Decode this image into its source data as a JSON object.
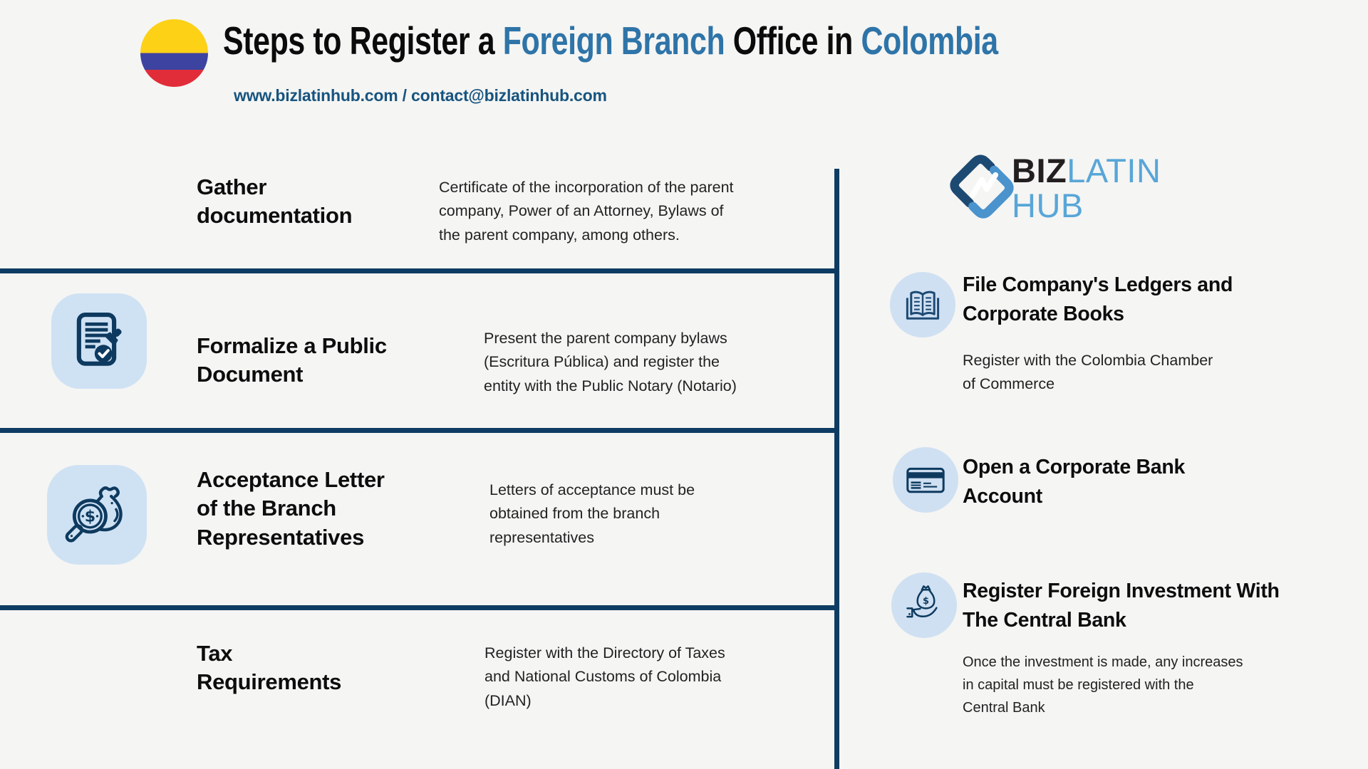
{
  "page": {
    "background": "#f5f5f3",
    "divider_color": "#0f3c63",
    "accent_color": "#2e74a8",
    "icon_color": "#0e3a5f",
    "icon_bg_square": "#cfe2f4",
    "icon_bg_circle": "#cfe0f2"
  },
  "header": {
    "title_parts": [
      {
        "text": "Steps to Register a ",
        "accent": false
      },
      {
        "text": "Foreign Branch",
        "accent": true
      },
      {
        "text": " Office in ",
        "accent": false
      },
      {
        "text": "Colombia",
        "accent": true
      }
    ],
    "subtitle": "www.bizlatinhub.com / contact@bizlatinhub.com",
    "flag_icon": "colombia-flag",
    "flag_colors": {
      "yellow": "#fcd116",
      "blue": "#3d43a0",
      "red": "#e12d39"
    }
  },
  "steps": [
    {
      "title": "Gather\ndocumentation",
      "description": "Certificate of the incorporation of the parent\ncompany, Power of an Attorney, Bylaws of\nthe parent company, among others.",
      "icon": null
    },
    {
      "title": "Formalize a Public\nDocument",
      "description": "Present the parent company bylaws\n(Escritura Pública) and register the\nentity with the Public Notary (Notario)",
      "icon": "stamped-document-icon"
    },
    {
      "title": "Acceptance Letter\nof the Branch\nRepresentatives",
      "description": "Letters of acceptance must be\nobtained from the branch\nrepresentatives",
      "icon": "magnifier-money-bag-icon"
    },
    {
      "title": "Tax\nRequirements",
      "description": "Register with the Directory of Taxes\nand National Customs of Colombia\n(DIAN)",
      "icon": null
    }
  ],
  "sidebar": {
    "logo": {
      "biz": "BIZ",
      "latin": "LATIN",
      "hub": "HUB"
    },
    "items": [
      {
        "title": "File Company's Ledgers and\nCorporate Books",
        "description": "Register with the Colombia Chamber\nof Commerce",
        "icon": "open-book-icon"
      },
      {
        "title": "Open a Corporate Bank\nAccount",
        "description": "",
        "icon": "credit-card-icon"
      },
      {
        "title": "Register Foreign Investment With\nThe Central Bank",
        "description": "Once the investment is made, any increases\nin capital must be registered with the\nCentral Bank",
        "icon": "money-bag-hand-icon"
      }
    ]
  }
}
